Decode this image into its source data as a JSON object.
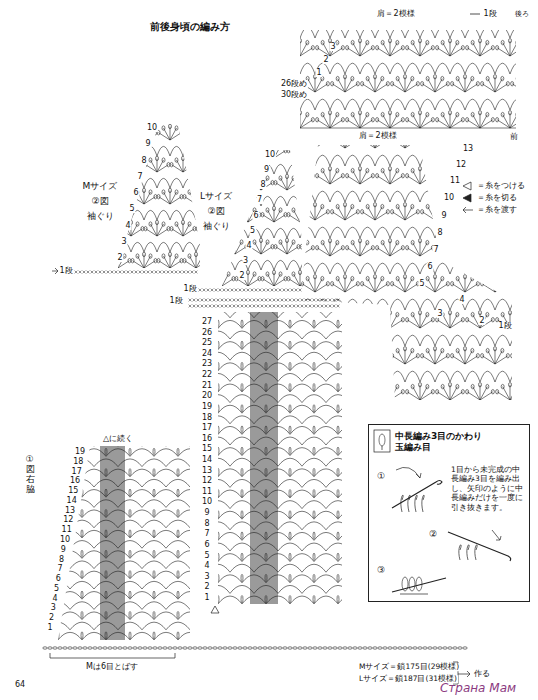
{
  "diagram": {
    "title": "前後身頃の編み方",
    "nodes": [
      {
        "text": [
          "中長編み3目のかわり玉編み目",
          "1目から未完成の中長編み3目を編み出し、矢印のように中長編みだけを一度に引き抜きます。"
        ]
      }
    ],
    "labels": [
      "肩＝2模様",
      "後ろ",
      "1段",
      "3",
      "2",
      "1",
      "26段め",
      "30段め",
      "肩＝2模様",
      "前",
      "13",
      "12",
      "11",
      "10",
      "9",
      "8",
      "7",
      "6",
      "5",
      "4",
      "3",
      "2",
      "1段",
      "Mサイズ",
      "②図",
      "袖ぐり",
      "10",
      "9",
      "8",
      "7",
      "6",
      "5",
      "4",
      "3",
      "2",
      "1段",
      "Lサイズ",
      "②図",
      "袖ぐり",
      "10",
      "9",
      "8",
      "7",
      "6",
      "5",
      "4",
      "3",
      "2",
      "1段",
      "1段",
      "27",
      "26",
      "25",
      "24",
      "23",
      "22",
      "21",
      "20",
      "19",
      "18",
      "17",
      "16",
      "15",
      "14",
      "13",
      "12",
      "11",
      "10",
      "9",
      "8",
      "7",
      "6",
      "5",
      "4",
      "3",
      "2",
      "1",
      "△に続く",
      "①図右脇",
      "19",
      "18",
      "17",
      "16",
      "15",
      "14",
      "13",
      "12",
      "11",
      "10",
      "9",
      "8",
      "7",
      "6",
      "5",
      "4",
      "3",
      "2",
      "1",
      "Mは6目とばす",
      "Mサイズ＝鎖175目(29模様)",
      "Lサイズ＝鎖187目(31模様)",
      "作る",
      "64",
      "Страна Мам",
      "①",
      "②",
      "③"
    ],
    "legend": [
      {
        "text": "＝糸をつける"
      },
      {
        "text": "＝糸を切る"
      },
      {
        "text": "＝糸を渡す"
      }
    ]
  }
}
